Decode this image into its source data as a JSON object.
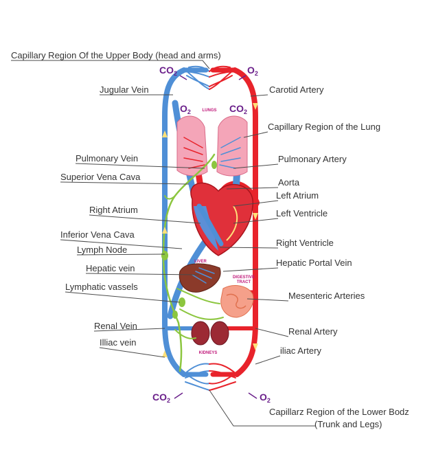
{
  "labels": {
    "capillary_upper": "Capillary Region Of the Upper Body (head and arms)",
    "jugular_vein": "Jugular Vein",
    "carotid_artery": "Carotid Artery",
    "capillary_lung": "Capillary Region of the Lung",
    "pulmonary_vein": "Pulmonary Vein",
    "pulmonary_artery": "Pulmonary Artery",
    "superior_vena_cava": "Superior Vena Cava",
    "aorta": "Aorta",
    "left_atrium": "Left Atrium",
    "right_atrium": "Right Atrium",
    "left_ventricle": "Left Ventricle",
    "inferior_vena_cava": "Inferior Vena Cava",
    "lymph_node": "Lymph Node",
    "right_ventricle": "Right Ventricle",
    "hepatic_vein": "Hepatic vein",
    "hepatic_portal_vein": "Hepatic Portal Vein",
    "lymphatic_vassels": "Lymphatic vassels",
    "mesenteric_arteries": "Mesenteric Arteries",
    "renal_vein": "Renal Vein",
    "renal_artery": "Renal Artery",
    "illiac_vein": "Illiac vein",
    "iliac_artery": "iliac Artery",
    "capillary_lower_line1": "Capillarz Region of the Lower Bodz",
    "capillary_lower_line2": "(Trunk and Legs)"
  },
  "gases": {
    "co2_main": "CO",
    "co2_sub": "2",
    "o2_main": "O",
    "o2_sub": "2"
  },
  "organs": {
    "lungs": "LUNGS",
    "liver": "LIVER",
    "digestive_line1": "DIGESTIVE",
    "digestive_line2": "TRACT",
    "kidneys": "KIDNEYS"
  },
  "colors": {
    "artery": "#e8232b",
    "vein": "#4f8fd6",
    "lymph": "#8cc63f",
    "gas_text": "#6a1f8a",
    "organ_text": "#c0187a"
  }
}
